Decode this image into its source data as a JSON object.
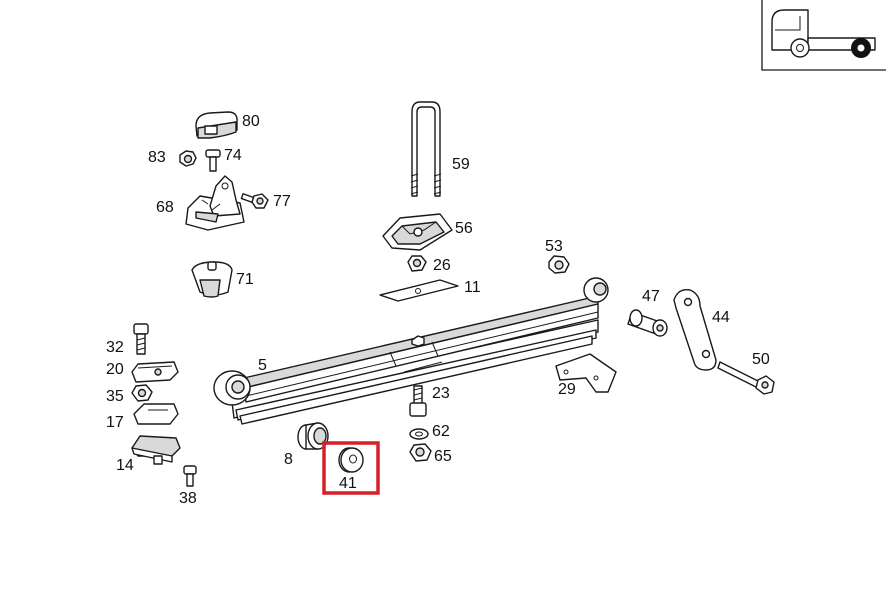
{
  "highlight_color": "#d62027",
  "labels": {
    "p80": "80",
    "p83": "83",
    "p74": "74",
    "p77": "77",
    "p68": "68",
    "p71": "71",
    "p59": "59",
    "p56": "56",
    "p26": "26",
    "p11": "11",
    "p53": "53",
    "p47": "47",
    "p44": "44",
    "p50": "50",
    "p29": "29",
    "p5": "5",
    "p32": "32",
    "p20": "20",
    "p35": "35",
    "p17": "17",
    "p14": "14",
    "p38": "38",
    "p23": "23",
    "p62": "62",
    "p65": "65",
    "p8": "8",
    "p41": "41"
  },
  "highlighted_part": "41",
  "thumbnail_icon": "truck-rear-axle-icon"
}
